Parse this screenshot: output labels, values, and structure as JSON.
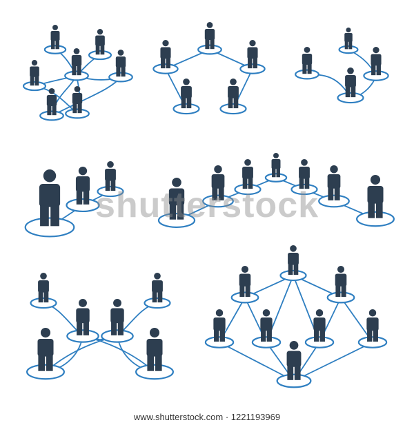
{
  "colors": {
    "person": "#2d3e50",
    "link": "#2f7fc1",
    "ring_fill": "#ffffff",
    "background": "#ffffff"
  },
  "icons": [
    "person-icon",
    "ring-base",
    "connection-line"
  ],
  "watermark": "shutterstock",
  "footer": {
    "text": "www.shutterstock.com · 1221193969"
  }
}
